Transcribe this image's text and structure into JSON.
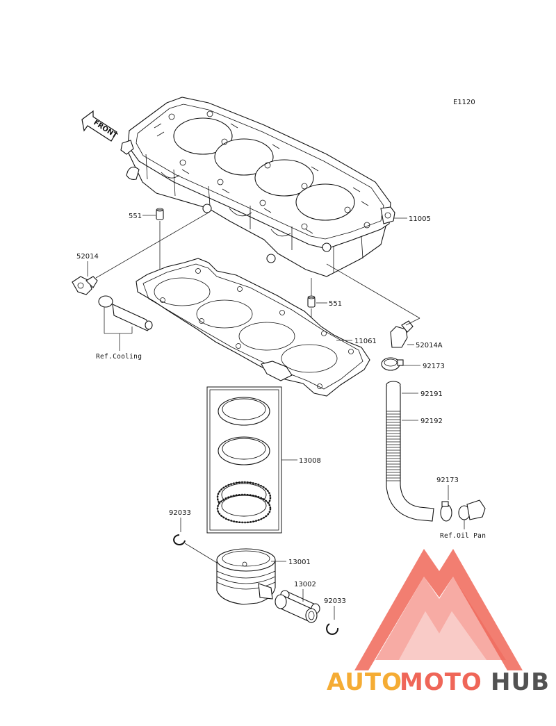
{
  "diagram_code": "E1120",
  "front_label": "FRONT",
  "labels": {
    "cylinder": "11005",
    "dowel_top": "551",
    "dowel_right": "551",
    "fitting_left": "52014",
    "fitting_right": "52014A",
    "gasket": "11061",
    "clamp_upper": "92173",
    "hose_short": "92191",
    "hose_long": "92192",
    "clamp_lower": "92173",
    "ring_set": "13008",
    "circlip_left": "92033",
    "piston": "13001",
    "pin": "13002",
    "circlip_right": "92033"
  },
  "refs": {
    "cooling": "Ref.Cooling",
    "oil_pan": "Ref.Oil Pan"
  },
  "watermark": {
    "word1": "AUTO",
    "word2": "MOTO",
    "word3": "HUB",
    "color_red": "#ee5a4a",
    "color_orange": "#f5a623",
    "color_gray": "#444444"
  }
}
